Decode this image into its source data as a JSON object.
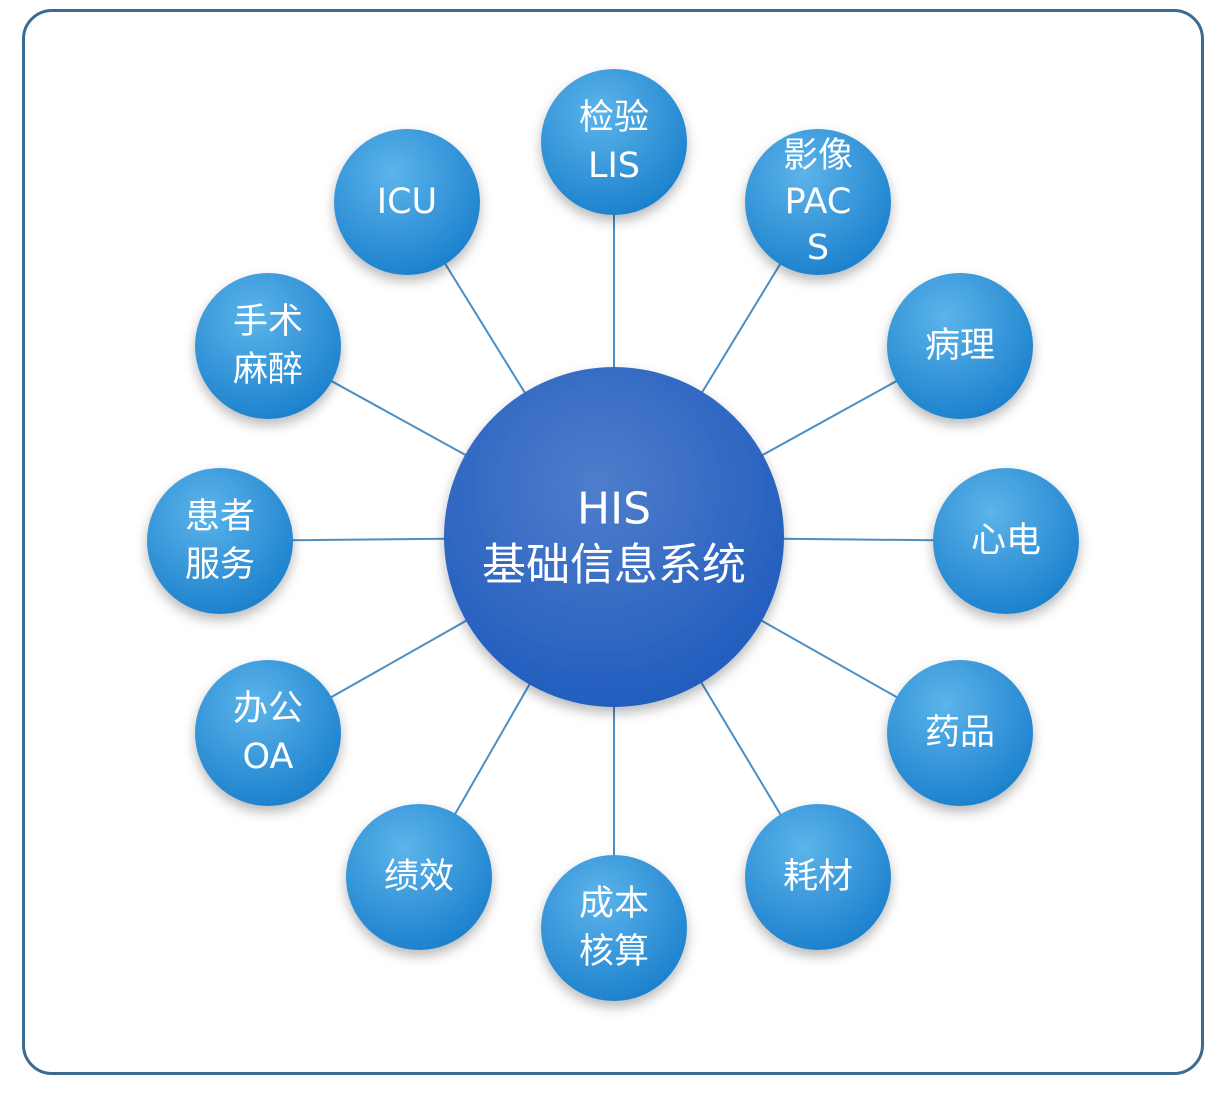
{
  "diagram": {
    "center": {
      "lines": [
        "HIS",
        "基础信息系统"
      ]
    },
    "nodes": [
      {
        "id": "lis",
        "lines": [
          "检验",
          "LIS"
        ]
      },
      {
        "id": "pacs",
        "lines": [
          "影像",
          "PAC",
          "S"
        ]
      },
      {
        "id": "pathology",
        "lines": [
          "病理"
        ]
      },
      {
        "id": "ecg",
        "lines": [
          "心电"
        ]
      },
      {
        "id": "pharmacy",
        "lines": [
          "药品"
        ]
      },
      {
        "id": "consumables",
        "lines": [
          "耗材"
        ]
      },
      {
        "id": "costing",
        "lines": [
          "成本",
          "核算"
        ]
      },
      {
        "id": "performance",
        "lines": [
          "绩效"
        ]
      },
      {
        "id": "oa",
        "lines": [
          "办公",
          "OA"
        ]
      },
      {
        "id": "patient",
        "lines": [
          "患者",
          "服务"
        ]
      },
      {
        "id": "anesthesia",
        "lines": [
          "手术",
          "麻醉"
        ]
      },
      {
        "id": "icu",
        "lines": [
          "ICU"
        ]
      }
    ],
    "colors": {
      "frame_border": "#3d6a8f",
      "connector": "#4a8fc6",
      "center_fill_top": "#5a86d0",
      "center_fill_bottom": "#1e5bbd",
      "node_fill_top": "#56aee6",
      "node_fill_bottom": "#1a7fcc",
      "label": "#ffffff"
    }
  }
}
